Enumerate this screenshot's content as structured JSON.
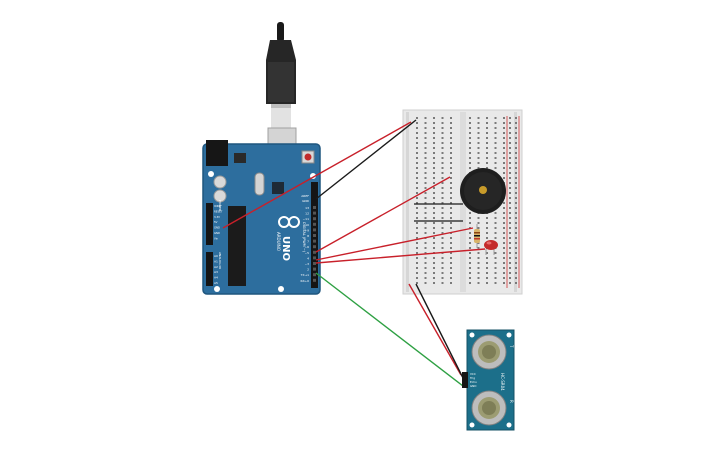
{
  "arduino": {
    "brand": "ARDUINO",
    "model": "UNO",
    "digital_label": "DIGITAL (PWM ~)",
    "power_label": "POWER",
    "analog_label": "ANALOG IN",
    "aref": "AREF",
    "gnd": "GND",
    "digital_pins": [
      "13",
      "12",
      "~11",
      "~10",
      "~9",
      "8",
      "7",
      "~6",
      "~5",
      "4",
      "~3",
      "2",
      "TX→1",
      "RX←0"
    ],
    "power_pins": [
      "IOREF",
      "RESET",
      "3.3V",
      "5V",
      "GND",
      "GND",
      "Vin"
    ],
    "analog_pins": [
      "A0",
      "A1",
      "A2",
      "A3",
      "A4",
      "A5"
    ]
  },
  "sensor": {
    "model": "HC-SR04",
    "pins": [
      "VCC",
      "Trig",
      "Echo",
      "GND"
    ],
    "marks": [
      "T",
      "R"
    ]
  },
  "colors": {
    "board": "#2d6e9e",
    "board_dark": "#1f567f",
    "breadboard": "#e9e9e9",
    "wire_red": "#c8202a",
    "wire_black": "#1a1a1a",
    "wire_green": "#2ea043",
    "buzzer": "#1e1e1e",
    "led": "#c42a2a",
    "sensor_board": "#1c6f8a"
  }
}
